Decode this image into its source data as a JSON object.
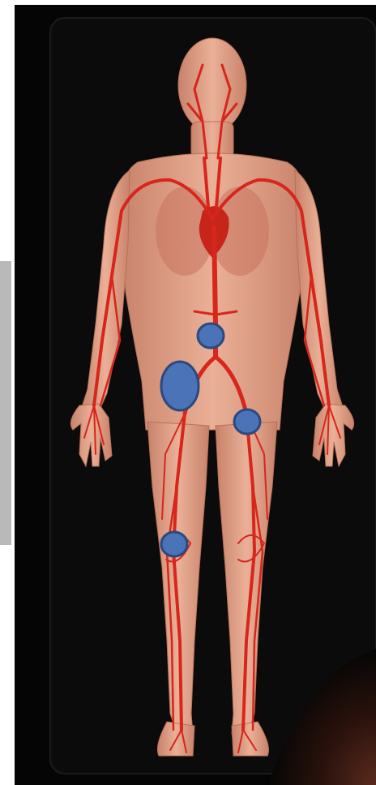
{
  "figure": {
    "subject": "human-arterial-system",
    "colors": {
      "page_background": "#ffffff",
      "panel_background": "#050505",
      "skin": "#e6a488",
      "skin_shadow": "#c97f66",
      "artery": "#d7261b",
      "marker_fill": "#4a73b8",
      "marker_stroke": "#2b4a7d"
    }
  },
  "markers": [
    {
      "site": "abdominal-aorta"
    },
    {
      "site": "right-iliac-artery"
    },
    {
      "site": "left-femoral-artery"
    },
    {
      "site": "right-popliteal-artery"
    }
  ]
}
